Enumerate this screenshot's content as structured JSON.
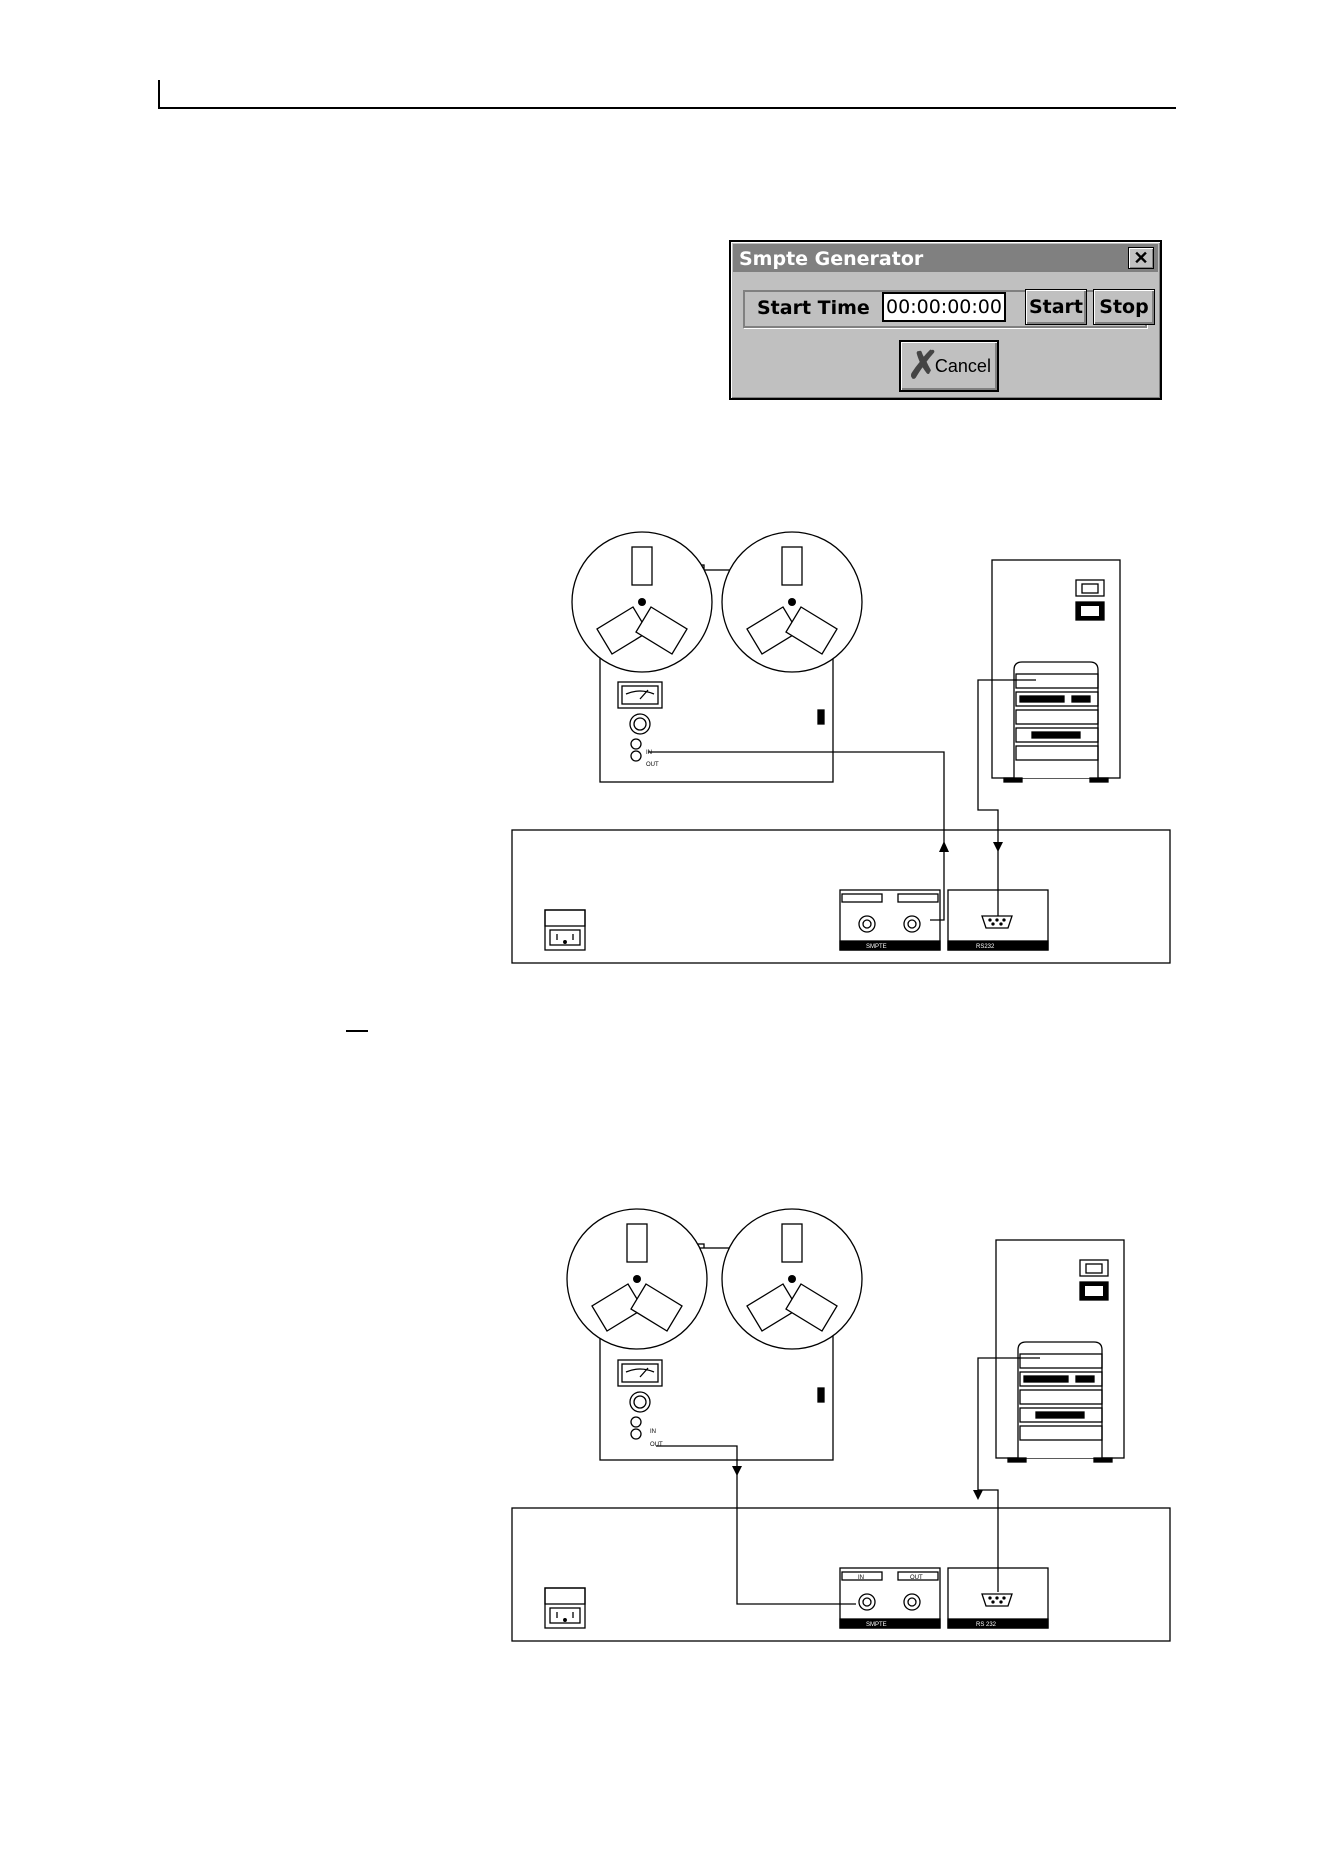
{
  "dialog": {
    "title": "Smpte Generator",
    "close_glyph": "✕",
    "start_time_label": "Start Time",
    "start_time_value": "00:00:00:00",
    "start_label": "Start",
    "stop_label": "Stop",
    "cancel_label": "Cancel"
  },
  "diagram1": {
    "tape_in": "IN",
    "tape_out": "OUT",
    "smpte_label": "SMPTE",
    "rs232_label": "RS232"
  },
  "diagram2": {
    "tape_in": "IN",
    "tape_out": "OUT",
    "smpte_in": "IN",
    "smpte_out": "OUT",
    "smpte_label": "SMPTE",
    "rs232_label": "RS 232"
  }
}
